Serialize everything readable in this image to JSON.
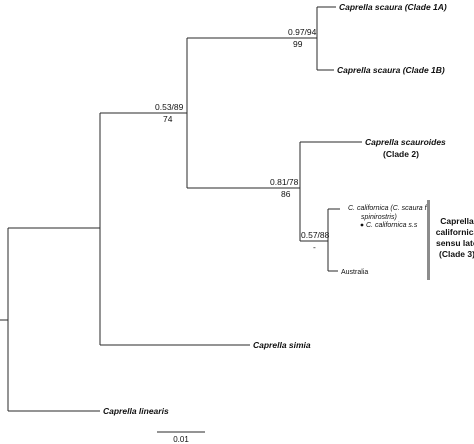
{
  "taxa": {
    "scaura_1a": {
      "species": "Caprella scaura",
      "clade": "(Clade 1A)"
    },
    "scaura_1b": {
      "species": "Caprella scaura",
      "clade": "(Clade 1B)"
    },
    "scauroides": {
      "species": "Caprella scauroides",
      "clade": "(Clade 2)"
    },
    "californica_spin": {
      "line1": "C. californica (C. scaura f.",
      "line2": "spinirostris)"
    },
    "californica_ss": "C. californica s.s",
    "australia": "Australia",
    "simia": "Caprella simia",
    "linearis": "Caprella linearis"
  },
  "supports": {
    "scaura_node": {
      "posterior": "0.97/94",
      "bootstrap": "99"
    },
    "upper_node": {
      "posterior": "0.53/89",
      "bootstrap": "74"
    },
    "clade23_node": {
      "posterior": "0.81/78",
      "bootstrap": "86"
    },
    "californica_node": {
      "posterior": "0.57/88",
      "bootstrap": "-"
    }
  },
  "clade3_label": [
    "Caprella",
    "californica",
    "sensu lato",
    "(Clade 3)"
  ],
  "scale_bar": {
    "label": "0.01"
  },
  "colors": {
    "branch": "#2a2a2a",
    "clade_bar": "#8c8c8c",
    "text": "#111111"
  }
}
